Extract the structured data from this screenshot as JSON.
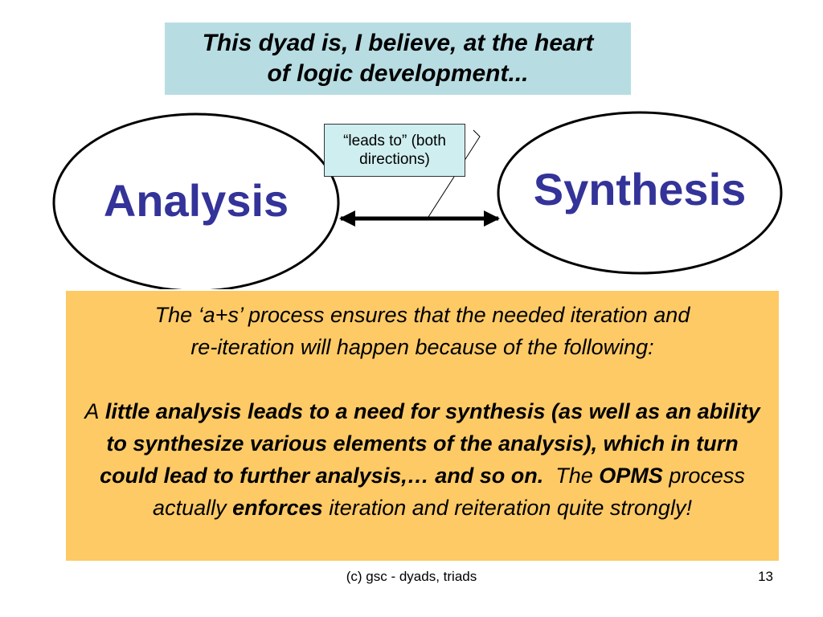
{
  "title": {
    "line1": "This dyad is, I believe, at the heart",
    "line2": "of logic development..."
  },
  "diagram": {
    "left_label": "Analysis",
    "right_label": "Synthesis",
    "callout_line1": "“leads to” (both",
    "callout_line2": "directions)",
    "oval_fill": "#ffffff",
    "label_color": "#333399"
  },
  "note": {
    "para1_line1": "The ‘a+s’ process ensures that the needed iteration and",
    "para1_line2": "re-iteration will happen because of the following:",
    "para2_a": "A",
    "para2_bold": "little analysis leads to a need for synthesis (as well as an ability to synthesize various elements of the analysis), which in turn could lead to further analysis,… and so on.",
    "para2_the": "The",
    "para2_opms": "OPMS",
    "para2_process": "process actually",
    "para2_enforces": "enforces",
    "para2_end": "iteration and reiteration quite strongly!",
    "background": "#fdca66"
  },
  "footer": {
    "text": "(c) gsc - dyads, triads",
    "page_number": "13"
  }
}
